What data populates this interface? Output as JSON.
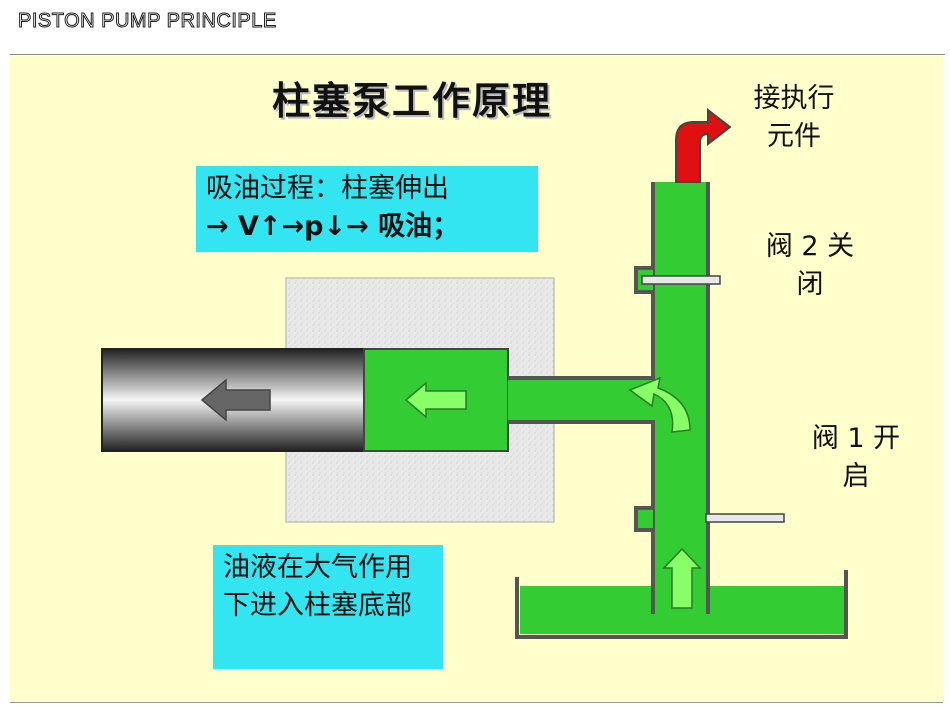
{
  "header": "PISTON PUMP PRINCIPLE",
  "title": "柱塞泵工作原理",
  "labels": {
    "outlet": "接执行元件",
    "valve2": "阀 2 关闭",
    "valve1": "阀 1 开启"
  },
  "boxes": {
    "suction_line1": "吸油过程：柱塞伸出",
    "suction_line2": "→ V↑→p↓→ 吸油；",
    "atmosphere": "油液在大气作用下进入柱塞底部"
  },
  "colors": {
    "oil": "#33cc33",
    "slide_bg": "#ffffcc",
    "callout_bg": "#33e5f0",
    "outlet_arrow": "#e01010"
  }
}
